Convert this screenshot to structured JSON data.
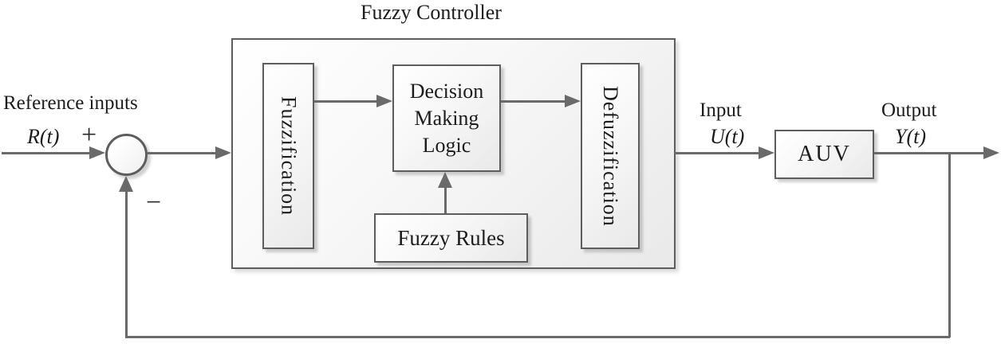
{
  "diagram": {
    "title": "Fuzzy Controller",
    "labels": {
      "reference_inputs": "Reference inputs",
      "r_t": "R(t)",
      "plus": "+",
      "minus": "−",
      "input": "Input",
      "u_t": "U(t)",
      "output": "Output",
      "y_t": "Y(t)"
    },
    "blocks": {
      "fuzzification": "Fuzzification",
      "decision_making_logic": "Decision Making Logic",
      "defuzzification": "Defuzzification",
      "fuzzy_rules": "Fuzzy Rules",
      "auv": "AUV"
    },
    "colors": {
      "line": "#6a6a6a",
      "border": "#5d5d5d",
      "text": "#1c1c1c",
      "box_fill_start": "#ffffff",
      "box_fill_end": "#e9e9e9",
      "background": "#ffffff"
    }
  }
}
